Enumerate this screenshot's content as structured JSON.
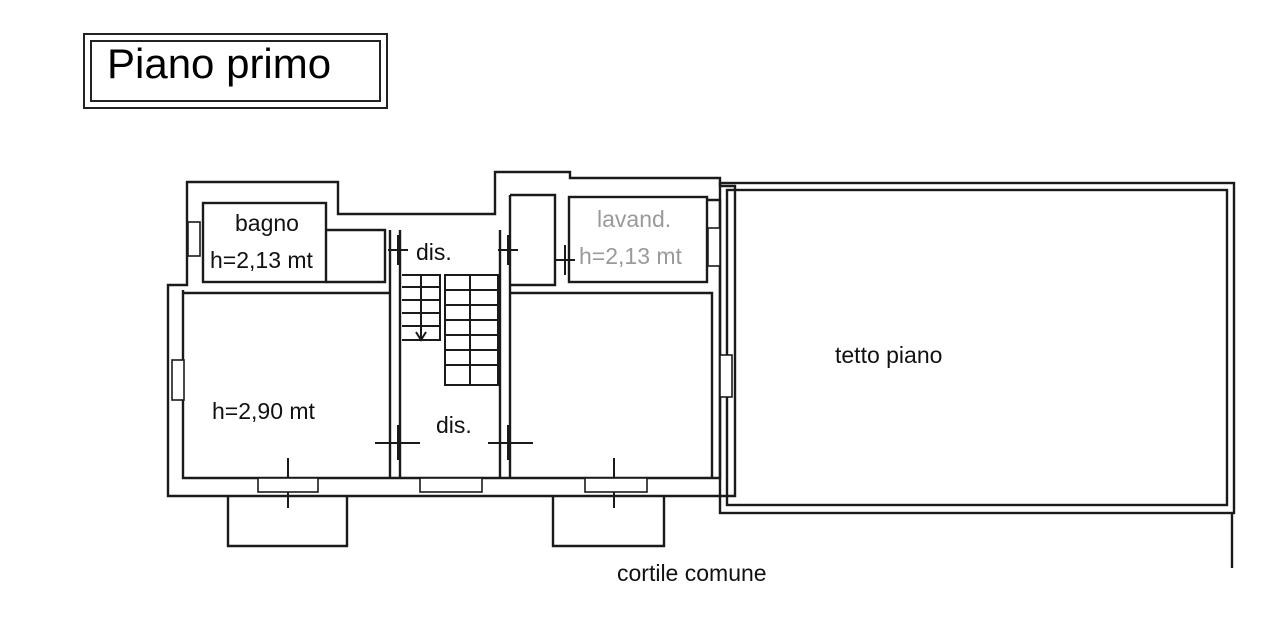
{
  "plan": {
    "title": "Piano primo",
    "rooms": {
      "bagno": {
        "name": "bagno",
        "height": "h=2,13 mt"
      },
      "lavand": {
        "name": "lavand.",
        "height": "h=2,13 mt"
      },
      "dis_upper": "dis.",
      "dis_lower": "dis.",
      "room_left_height": "h=2,90 mt",
      "terrace": "tetto piano"
    },
    "courtyard": "cortile comune"
  }
}
